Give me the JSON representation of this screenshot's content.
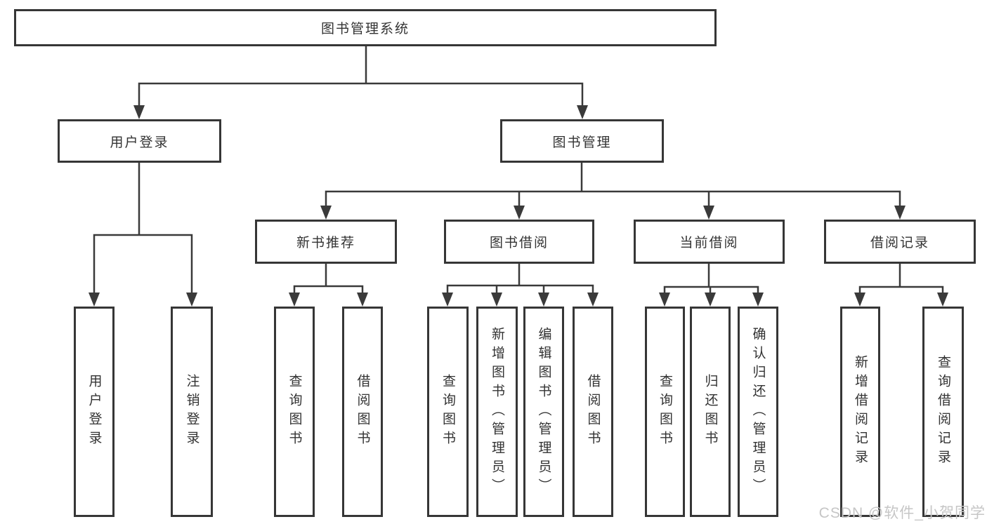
{
  "diagram": {
    "root": {
      "label": "图书管理系统",
      "children": [
        {
          "label": "用户登录",
          "children": [
            {
              "label": "用户登录"
            },
            {
              "label": "注销登录"
            }
          ]
        },
        {
          "label": "图书管理",
          "children": [
            {
              "label": "新书推荐",
              "children": [
                {
                  "label": "查询图书"
                },
                {
                  "label": "借阅图书"
                }
              ]
            },
            {
              "label": "图书借阅",
              "children": [
                {
                  "label": "查询图书"
                },
                {
                  "label": "新增图书（管理员）"
                },
                {
                  "label": "编辑图书（管理员）"
                },
                {
                  "label": "借阅图书"
                }
              ]
            },
            {
              "label": "当前借阅",
              "children": [
                {
                  "label": "查询图书"
                },
                {
                  "label": "归还图书"
                },
                {
                  "label": "确认归还（管理员）"
                }
              ]
            },
            {
              "label": "借阅记录",
              "children": [
                {
                  "label": "新增借阅记录"
                },
                {
                  "label": "查询借阅记录"
                }
              ]
            }
          ]
        }
      ]
    }
  },
  "watermark": {
    "text": "CSDN @软件_小贺同学",
    "color": "#c6c6c6"
  },
  "colors": {
    "line": "#3a3a3a",
    "box_border": "#363636",
    "text": "#333333",
    "background": "#ffffff"
  }
}
